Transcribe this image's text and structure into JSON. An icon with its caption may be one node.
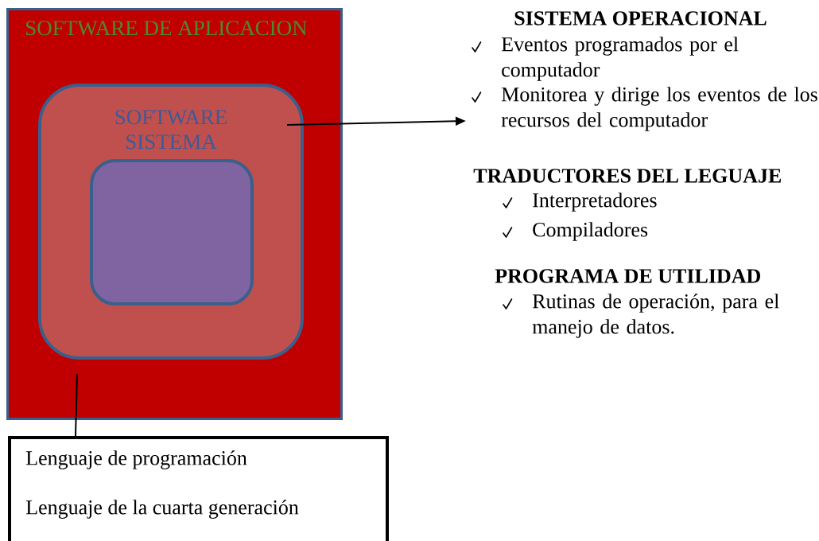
{
  "diagram": {
    "nodes": [
      {
        "text": [
          "SOFTWARE DE APLICACION"
        ]
      },
      {
        "text": [
          "SOFTWARE SISTEMA"
        ],
        "in": 0
      },
      {
        "text": [],
        "shape": "box",
        "in": 1
      },
      {
        "text": [
          "Lenguaje de programación",
          "Lenguaje de la cuarta generación"
        ]
      },
      {
        "text": [
          "SISTEMA OPERACIONAL",
          "Eventos programados por el computador",
          "Monitorea y dirige los eventos de los recursos del computador",
          "TRADUCTORES DEL LEGUAJE",
          "Interpretadores",
          "Compiladores",
          "PROGRAMA DE UTILIDAD",
          "Rutinas de operación, para el manejo de datos."
        ]
      }
    ],
    "edges": [
      {
        "from": 1,
        "to": 4,
        "arrow": "to"
      },
      {
        "from": null,
        "to": 3,
        "arrow": "none"
      }
    ]
  }
}
